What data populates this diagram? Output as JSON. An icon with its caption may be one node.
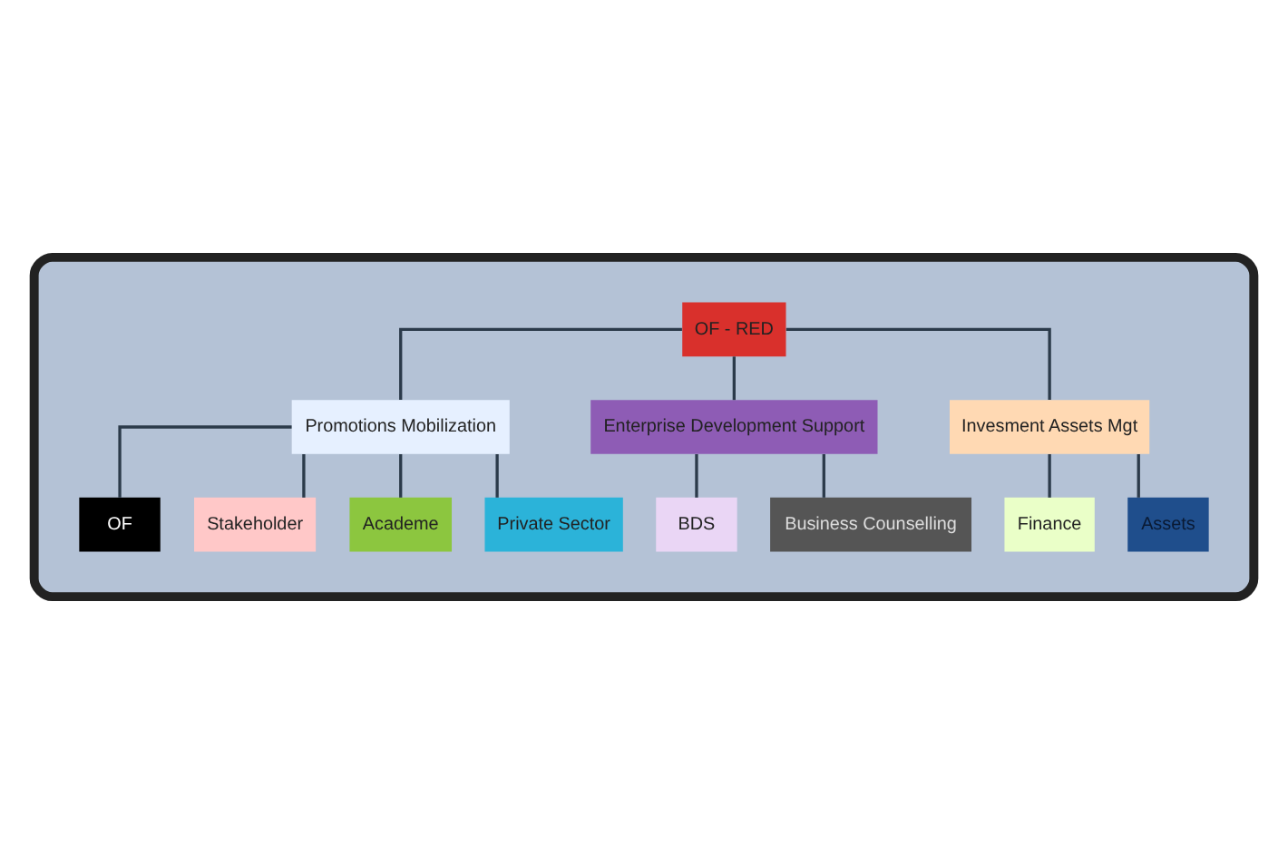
{
  "diagram": {
    "nodes": [
      {
        "text": [],
        "shape": "ellipse"
      },
      {
        "text": [
          "OF - RED"
        ],
        "in": 0
      },
      {
        "text": [
          "Promotions Mobilization"
        ],
        "in": 0
      },
      {
        "text": [
          "Enterprise Development Support"
        ],
        "in": 0
      },
      {
        "text": [
          "Invesment Assets Mgt"
        ],
        "in": 0
      },
      {
        "text": [
          "OF"
        ],
        "in": 0
      },
      {
        "text": [
          "Stakeholder"
        ],
        "in": 0
      },
      {
        "text": [
          "Academe"
        ],
        "in": 0
      },
      {
        "text": [
          "Private Sector"
        ],
        "in": 0
      },
      {
        "text": [
          "BDS"
        ],
        "in": 0
      },
      {
        "text": [
          "Business Counselling"
        ],
        "in": 0
      },
      {
        "text": [
          "Finance"
        ],
        "in": 0
      },
      {
        "text": [
          "Assets"
        ],
        "in": 0
      }
    ],
    "edges": [
      {
        "from": 1,
        "to": 2,
        "arrow": "none"
      },
      {
        "from": 1,
        "to": 3,
        "arrow": "none"
      },
      {
        "from": 1,
        "to": 4,
        "arrow": "none"
      },
      {
        "from": 2,
        "to": 5,
        "arrow": "none"
      },
      {
        "from": 2,
        "to": 6,
        "arrow": "none"
      },
      {
        "from": 2,
        "to": 7,
        "arrow": "none"
      },
      {
        "from": 2,
        "to": 8,
        "arrow": "none"
      },
      {
        "from": 3,
        "to": 9,
        "arrow": "none"
      },
      {
        "from": 3,
        "to": 10,
        "arrow": "none"
      },
      {
        "from": 4,
        "to": 11,
        "arrow": "none"
      },
      {
        "from": 4,
        "to": 12,
        "arrow": "none"
      }
    ]
  }
}
